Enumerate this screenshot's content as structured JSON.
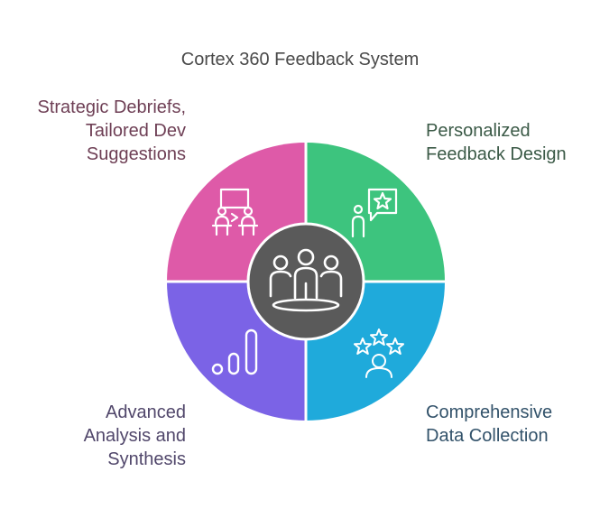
{
  "title": "Cortex 360 Feedback System",
  "segments": [
    {
      "id": "top-left",
      "label": "Strategic Debriefs,\nTailored Dev\nSuggestions",
      "color": "#de5aa8",
      "icon": "presentation-meeting-icon"
    },
    {
      "id": "top-right",
      "label": "Personalized\nFeedback Design",
      "color": "#3dc47e",
      "icon": "person-speech-star-icon"
    },
    {
      "id": "bottom-right",
      "label": "Comprehensive\nData Collection",
      "color": "#1faadb",
      "icon": "person-three-stars-icon"
    },
    {
      "id": "bottom-left",
      "label": "Advanced\nAnalysis and\nSynthesis",
      "color": "#7b63e6",
      "icon": "bar-chart-icon"
    }
  ],
  "center": {
    "icon": "team-group-icon",
    "color": "#5a5a5a"
  }
}
